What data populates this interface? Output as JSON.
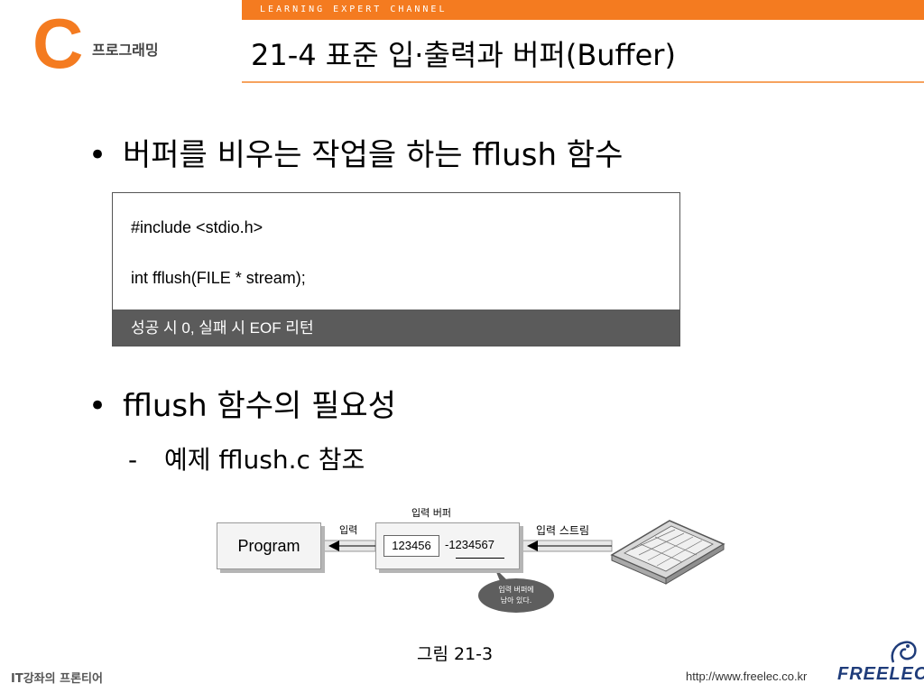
{
  "header": {
    "channel": "LEARNING EXPERT CHANNEL",
    "logo_letter": "C",
    "logo_text": "프로그래밍",
    "title": "21-4  표준 입·출력과 버퍼(Buffer)",
    "accent_color": "#f47b20"
  },
  "bullets": [
    {
      "text": "버퍼를 비우는 작업을 하는 fflush 함수"
    },
    {
      "text": "fflush 함수의 필요성"
    }
  ],
  "sub_bullet": {
    "dash": "-",
    "text": "예제 fflush.c 참조"
  },
  "prototype_box": {
    "line1": "#include <stdio.h>",
    "line2": "int fflush(FILE * stream);",
    "return_text": "성공 시 0, 실패 시 EOF 리턴"
  },
  "diagram": {
    "program_label": "Program",
    "buffer_title": "입력 버퍼",
    "input_label": "입력",
    "stream_label": "입력 스트림",
    "buffer_cell": "123456",
    "buffer_rest": "-1234567",
    "callout_line1": "입력 버퍼에",
    "callout_line2": "남아 있다."
  },
  "caption": "그림 21-3",
  "footer": {
    "left_text": "IT강좌의 프론티어",
    "url": "http://www.freelec.co.kr",
    "brand": "FREELEC"
  }
}
